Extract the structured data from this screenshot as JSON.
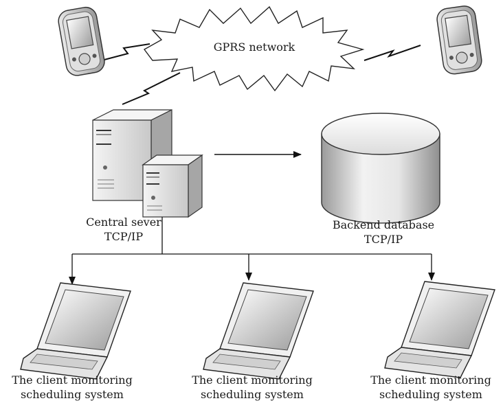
{
  "network": {
    "label": "GPRS network"
  },
  "central_server": {
    "line1": "Central sever",
    "line2": "TCP/IP"
  },
  "database": {
    "line1": "Backend database",
    "line2": "TCP/IP"
  },
  "clients": [
    {
      "line1": "The client monitoring",
      "line2": "scheduling system"
    },
    {
      "line1": "The client monitoring",
      "line2": "scheduling system"
    },
    {
      "line1": "The client monitoring",
      "line2": "scheduling system"
    }
  ]
}
